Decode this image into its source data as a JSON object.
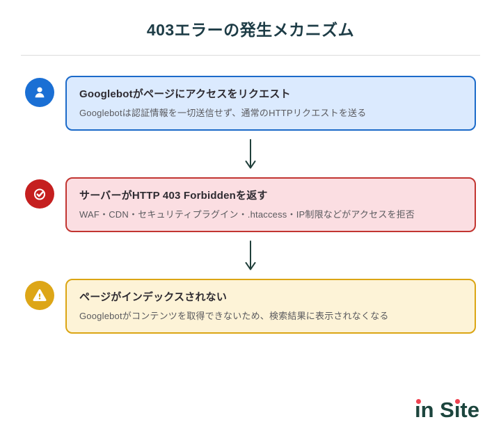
{
  "page": {
    "title": "403エラーの発生メカニズム"
  },
  "steps": [
    {
      "icon": "user-icon",
      "title": "Googlebotがページにアクセスをリクエスト",
      "description": "Googlebotは認証情報を一切送信せず、通常のHTTPリクエストを送る",
      "border_color": "#1b6ac9",
      "background_color": "#dbeafe",
      "icon_color": "#1a6fd4"
    },
    {
      "icon": "check-circle-icon",
      "title": "サーバーがHTTP 403 Forbiddenを返す",
      "description": "WAF・CDN・セキュリティプラグイン・.htaccess・IP制限などがアクセスを拒否",
      "border_color": "#c23531",
      "background_color": "#fbdee2",
      "icon_color": "#c51f1f"
    },
    {
      "icon": "warning-icon",
      "title": "ページがインデックスされない",
      "description": "Googlebotがコンテンツを取得できないため、検索結果に表示されなくなる",
      "border_color": "#dba513",
      "background_color": "#fdf3d7",
      "icon_color": "#dda617"
    }
  ],
  "arrow_color": "#21403b",
  "logo": {
    "text": "in Site",
    "word1": "ın",
    "word2": "Sıte",
    "text_color": "#1c453d",
    "accent_color": "#ef4351"
  }
}
